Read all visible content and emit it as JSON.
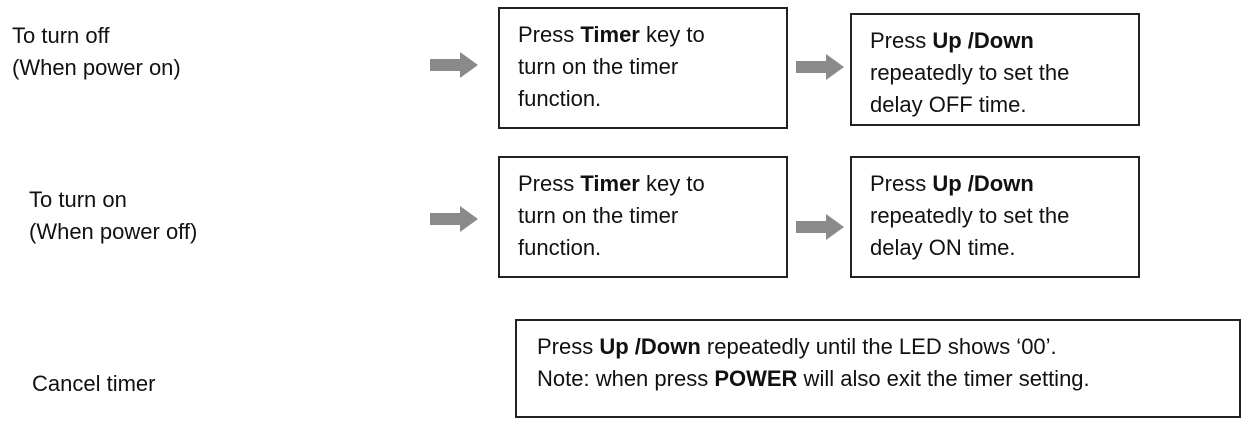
{
  "rows": [
    {
      "label_line1": "To turn off",
      "label_line2": "(When power on)",
      "step1": {
        "pre": "Press ",
        "bold": "Timer",
        "post": " key to",
        "line2": "turn on the timer",
        "line3": "function."
      },
      "step2": {
        "pre": "Press ",
        "bold": "Up /Down",
        "post": "",
        "line2": "repeatedly to set the",
        "line3": "delay OFF time."
      }
    },
    {
      "label_line1": "To turn on",
      "label_line2": "(When power off)",
      "step1": {
        "pre": "Press ",
        "bold": "Timer",
        "post": " key to",
        "line2": "turn on the timer",
        "line3": "function."
      },
      "step2": {
        "pre": "Press ",
        "bold": "Up /Down",
        "post": "",
        "line2": "repeatedly to set the",
        "line3": "delay ON time."
      }
    }
  ],
  "cancel": {
    "label": "Cancel timer",
    "line1_pre": "Press ",
    "line1_bold": "Up /Down",
    "line1_post": " repeatedly until the LED shows ‘00’.",
    "line2_pre": "Note: when press ",
    "line2_bold": "POWER",
    "line2_post": " will also exit the timer setting."
  },
  "colors": {
    "arrow": "#8a8a8a",
    "border": "#222222",
    "text": "#111111"
  }
}
